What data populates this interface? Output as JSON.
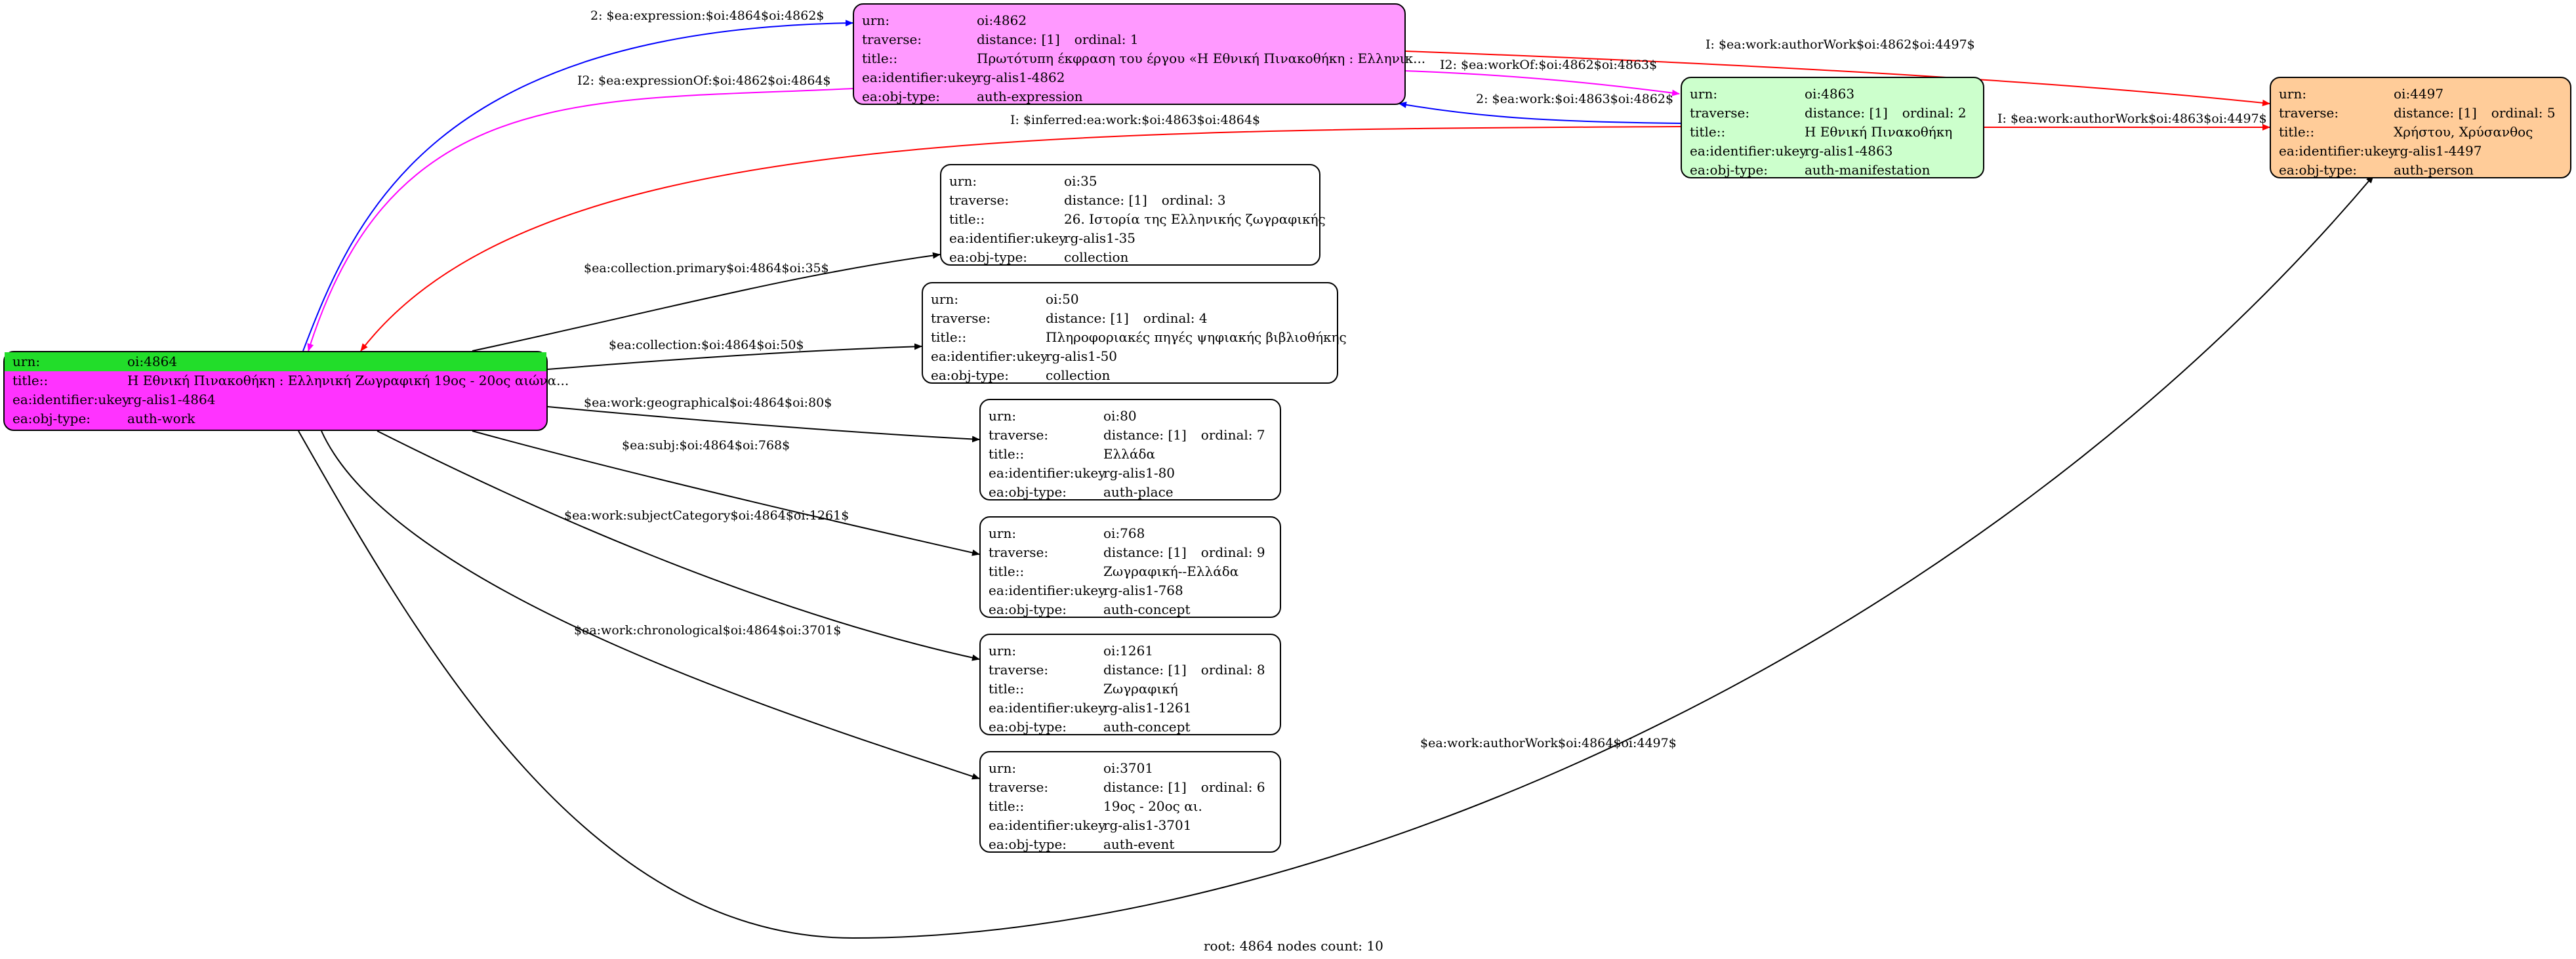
{
  "nodes": {
    "n4864": {
      "color": "#ff33ff",
      "rows": [
        {
          "key": "urn:",
          "value": "oi:4864",
          "highlight": "#22dd2a"
        },
        {
          "key": "title::",
          "value": "Η Εθνική Πινακοθήκη : Ελληνική Ζωγραφική 19ος - 20ος αιώνα..."
        },
        {
          "key": "ea:identifier:ukey",
          "value": "rg-alis1-4864"
        },
        {
          "key": "ea:obj-type:",
          "value": "auth-work"
        }
      ]
    },
    "n4862": {
      "color": "#ff99ff",
      "rows": [
        {
          "key": "urn:",
          "value": "oi:4862"
        },
        {
          "key": "traverse:",
          "value": "distance: [1]",
          "extra": "ordinal: 1"
        },
        {
          "key": "title::",
          "value": "Πρωτότυπη έκφραση του έργου «Η Εθνική Πινακοθήκη : Ελληνικ..."
        },
        {
          "key": "ea:identifier:ukey",
          "value": "rg-alis1-4862"
        },
        {
          "key": "ea:obj-type:",
          "value": "auth-expression"
        }
      ]
    },
    "n4863": {
      "color": "#ccffcc",
      "rows": [
        {
          "key": "urn:",
          "value": "oi:4863"
        },
        {
          "key": "traverse:",
          "value": "distance: [1]",
          "extra": "ordinal: 2"
        },
        {
          "key": "title::",
          "value": "Η Εθνική Πινακοθήκη"
        },
        {
          "key": "ea:identifier:ukey",
          "value": "rg-alis1-4863"
        },
        {
          "key": "ea:obj-type:",
          "value": "auth-manifestation"
        }
      ]
    },
    "n4497": {
      "color": "#ffcc99",
      "rows": [
        {
          "key": "urn:",
          "value": "oi:4497"
        },
        {
          "key": "traverse:",
          "value": "distance: [1]",
          "extra": "ordinal: 5"
        },
        {
          "key": "title::",
          "value": "Χρήστου, Χρύσανθος"
        },
        {
          "key": "ea:identifier:ukey",
          "value": "rg-alis1-4497"
        },
        {
          "key": "ea:obj-type:",
          "value": "auth-person"
        }
      ]
    },
    "n35": {
      "color": "#ffffff",
      "rows": [
        {
          "key": "urn:",
          "value": "oi:35"
        },
        {
          "key": "traverse:",
          "value": "distance: [1]",
          "extra": "ordinal: 3"
        },
        {
          "key": "title::",
          "value": "26. Ιστορία της Ελληνικής ζωγραφικής"
        },
        {
          "key": "ea:identifier:ukey",
          "value": "rg-alis1-35"
        },
        {
          "key": "ea:obj-type:",
          "value": "collection"
        }
      ]
    },
    "n50": {
      "color": "#ffffff",
      "rows": [
        {
          "key": "urn:",
          "value": "oi:50"
        },
        {
          "key": "traverse:",
          "value": "distance: [1]",
          "extra": "ordinal: 4"
        },
        {
          "key": "title::",
          "value": "Πληροφοριακές πηγές ψηφιακής βιβλιοθήκης"
        },
        {
          "key": "ea:identifier:ukey",
          "value": "rg-alis1-50"
        },
        {
          "key": "ea:obj-type:",
          "value": "collection"
        }
      ]
    },
    "n80": {
      "color": "#ffffff",
      "rows": [
        {
          "key": "urn:",
          "value": "oi:80"
        },
        {
          "key": "traverse:",
          "value": "distance: [1]",
          "extra": "ordinal: 7"
        },
        {
          "key": "title::",
          "value": "Ελλάδα"
        },
        {
          "key": "ea:identifier:ukey",
          "value": "rg-alis1-80"
        },
        {
          "key": "ea:obj-type:",
          "value": "auth-place"
        }
      ]
    },
    "n768": {
      "color": "#ffffff",
      "rows": [
        {
          "key": "urn:",
          "value": "oi:768"
        },
        {
          "key": "traverse:",
          "value": "distance: [1]",
          "extra": "ordinal: 9"
        },
        {
          "key": "title::",
          "value": "Ζωγραφική--Ελλάδα"
        },
        {
          "key": "ea:identifier:ukey",
          "value": "rg-alis1-768"
        },
        {
          "key": "ea:obj-type:",
          "value": "auth-concept"
        }
      ]
    },
    "n1261": {
      "color": "#ffffff",
      "rows": [
        {
          "key": "urn:",
          "value": "oi:1261"
        },
        {
          "key": "traverse:",
          "value": "distance: [1]",
          "extra": "ordinal: 8"
        },
        {
          "key": "title::",
          "value": "Ζωγραφική"
        },
        {
          "key": "ea:identifier:ukey",
          "value": "rg-alis1-1261"
        },
        {
          "key": "ea:obj-type:",
          "value": "auth-concept"
        }
      ]
    },
    "n3701": {
      "color": "#ffffff",
      "rows": [
        {
          "key": "urn:",
          "value": "oi:3701"
        },
        {
          "key": "traverse:",
          "value": "distance: [1]",
          "extra": "ordinal: 6"
        },
        {
          "key": "title::",
          "value": "19ος - 20ος αι."
        },
        {
          "key": "ea:identifier:ukey",
          "value": "rg-alis1-3701"
        },
        {
          "key": "ea:obj-type:",
          "value": "auth-event"
        }
      ]
    }
  },
  "edges": [
    {
      "label": "2: $ea:expression:$oi:4864$oi:4862$",
      "color": "#0000ff"
    },
    {
      "label": "I2: $ea:expressionOf:$oi:4862$oi:4864$",
      "color": "#ff00ff"
    },
    {
      "label": "I: $ea:work:authorWork$oi:4862$oi:4497$",
      "color": "#ff0000"
    },
    {
      "label": "I2: $ea:workOf:$oi:4862$oi:4863$",
      "color": "#ff00ff"
    },
    {
      "label": "2: $ea:work:$oi:4863$oi:4862$",
      "color": "#0000ff"
    },
    {
      "label": "I: $ea:work:authorWork$oi:4863$oi:4497$",
      "color": "#ff0000"
    },
    {
      "label": "I: $inferred:ea:work:$oi:4863$oi:4864$",
      "color": "#ff0000"
    },
    {
      "label": "$ea:collection.primary$oi:4864$oi:35$",
      "color": "#000000"
    },
    {
      "label": "$ea:collection:$oi:4864$oi:50$",
      "color": "#000000"
    },
    {
      "label": "$ea:work:geographical$oi:4864$oi:80$",
      "color": "#000000"
    },
    {
      "label": "$ea:subj:$oi:4864$oi:768$",
      "color": "#000000"
    },
    {
      "label": "$ea:work:subjectCategory$oi:4864$oi:1261$",
      "color": "#000000"
    },
    {
      "label": "$ea:work:chronological$oi:4864$oi:3701$",
      "color": "#000000"
    },
    {
      "label": "$ea:work:authorWork$oi:4864$oi:4497$",
      "color": "#000000"
    }
  ],
  "footer": "root: 4864 nodes count: 10"
}
